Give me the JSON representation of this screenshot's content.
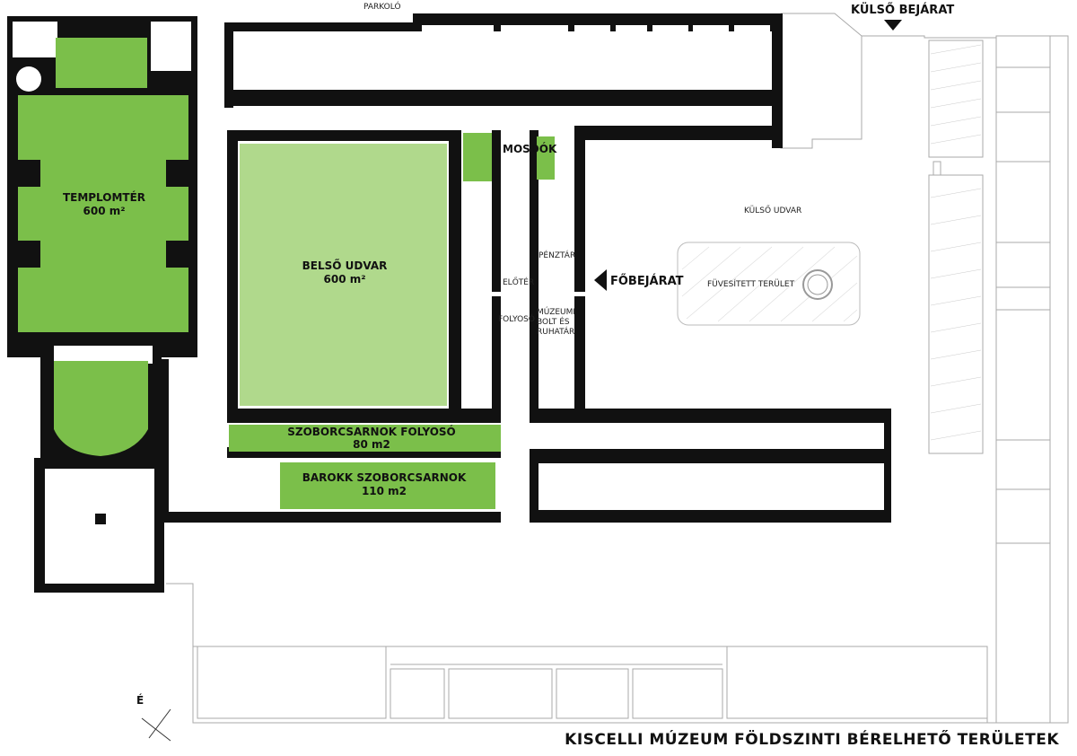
{
  "title": "KISCELLI MÚZEUM FÖLDSZINTI BÉRELHETŐ TERÜLETEK",
  "compass_label": "É",
  "colors": {
    "wall": "#111111",
    "rentable_dark": "#7bbf4a",
    "rentable_light": "#b0d98c",
    "outline": "#aaaaaa"
  },
  "labels": {
    "parking": "PARKOLÓ",
    "outer_entrance": "KÜLSŐ BEJÁRAT",
    "toilets": "MOSDÓK",
    "outer_yard": "KÜLSŐ UDVAR",
    "cashier": "PÉNZTÁR",
    "main_entrance": "FŐBEJÁRAT",
    "lobby": "ELŐTÉR",
    "grass_area": "FÜVESÍTETT TERÜLET",
    "corridor": "FOLYOSÓ",
    "shop_line1": "MÚZEUMI",
    "shop_line2": "BOLT ÉS",
    "shop_line3": "RUHATÁR"
  },
  "rooms": {
    "church": {
      "name": "TEMPLOMTÉR",
      "area": "600 m²"
    },
    "courtyard": {
      "name": "BELSŐ UDVAR",
      "area": "600 m²"
    },
    "sculpture_corridor": {
      "name": "SZOBORCSARNOK FOLYOSÓ",
      "area": "80 m2"
    },
    "baroque_hall": {
      "name": "BAROKK SZOBORCSARNOK",
      "area": "110 m2"
    }
  }
}
